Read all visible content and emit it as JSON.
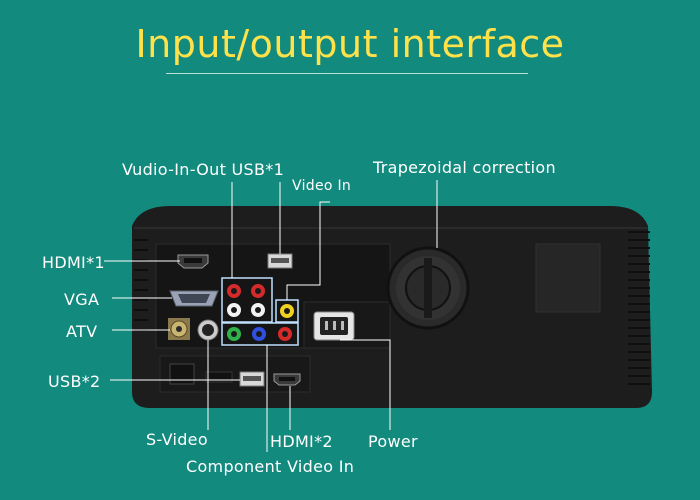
{
  "title": "Input/output interface",
  "labels": {
    "vudio_usb": "Vudio-In-Out USB*1",
    "video_in": "Video In",
    "trapezoidal": "Trapezoidal correction",
    "hdmi1": "HDMI*1",
    "vga": "VGA",
    "atv": "ATV",
    "usb2": "USB*2",
    "svideo": "S-Video",
    "hdmi2": "HDMI*2",
    "power": "Power",
    "component": "Component Video In"
  },
  "colors": {
    "background": "#138a7e",
    "title": "#ffe24a",
    "projector_body": "#1b1b1b",
    "rca_red": "#d42a2a",
    "rca_white": "#f2f2f2",
    "rca_yellow": "#f0d020",
    "rca_green": "#2fb24a",
    "rca_blue": "#3050e0"
  }
}
